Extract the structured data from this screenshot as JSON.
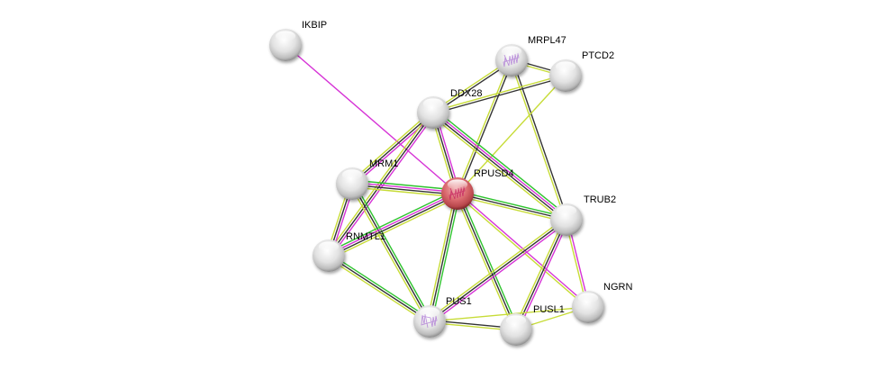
{
  "title": "STRING protein interaction network",
  "query_node": "RPUSD4",
  "edge_colors": {
    "textmining": "#c7dc37",
    "coexpression": "#333333",
    "experiments": "#d633d6",
    "database": "#2ec42e"
  },
  "node_colors": {
    "query_fill": "#d4666a",
    "default_fill": "#e8e8e8"
  },
  "nodes": [
    {
      "id": "IKBIP",
      "label": "IKBIP",
      "query": false,
      "structure": false
    },
    {
      "id": "MRPL47",
      "label": "MRPL47",
      "query": false,
      "structure": true
    },
    {
      "id": "PTCD2",
      "label": "PTCD2",
      "query": false,
      "structure": false
    },
    {
      "id": "DDX28",
      "label": "DDX28",
      "query": false,
      "structure": false
    },
    {
      "id": "MRM1",
      "label": "MRM1",
      "query": false,
      "structure": false
    },
    {
      "id": "RPUSD4",
      "label": "RPUSD4",
      "query": true,
      "structure": true
    },
    {
      "id": "TRUB2",
      "label": "TRUB2",
      "query": false,
      "structure": false
    },
    {
      "id": "RNMTL1",
      "label": "RNMTL1",
      "query": false,
      "structure": false
    },
    {
      "id": "NGRN",
      "label": "NGRN",
      "query": false,
      "structure": false
    },
    {
      "id": "PUS1",
      "label": "PUS1",
      "query": false,
      "structure": true
    },
    {
      "id": "PUSL1",
      "label": "PUSL1",
      "query": false,
      "structure": false
    }
  ],
  "edges": [
    {
      "source": "IKBIP",
      "target": "RPUSD4",
      "evidence": [
        "experiments"
      ]
    },
    {
      "source": "MRPL47",
      "target": "PTCD2",
      "evidence": [
        "textmining",
        "coexpression"
      ]
    },
    {
      "source": "MRPL47",
      "target": "DDX28",
      "evidence": [
        "textmining",
        "coexpression"
      ]
    },
    {
      "source": "MRPL47",
      "target": "RPUSD4",
      "evidence": [
        "textmining",
        "coexpression"
      ]
    },
    {
      "source": "MRPL47",
      "target": "TRUB2",
      "evidence": [
        "textmining",
        "coexpression"
      ]
    },
    {
      "source": "PTCD2",
      "target": "DDX28",
      "evidence": [
        "textmining",
        "coexpression"
      ]
    },
    {
      "source": "PTCD2",
      "target": "RPUSD4",
      "evidence": [
        "textmining"
      ]
    },
    {
      "source": "DDX28",
      "target": "RPUSD4",
      "evidence": [
        "textmining",
        "coexpression",
        "experiments"
      ]
    },
    {
      "source": "DDX28",
      "target": "TRUB2",
      "evidence": [
        "textmining",
        "coexpression",
        "experiments",
        "database"
      ]
    },
    {
      "source": "DDX28",
      "target": "MRM1",
      "evidence": [
        "textmining",
        "coexpression",
        "experiments"
      ]
    },
    {
      "source": "DDX28",
      "target": "RNMTL1",
      "evidence": [
        "textmining",
        "coexpression",
        "experiments"
      ]
    },
    {
      "source": "MRM1",
      "target": "RPUSD4",
      "evidence": [
        "textmining",
        "coexpression",
        "experiments",
        "database"
      ]
    },
    {
      "source": "MRM1",
      "target": "RNMTL1",
      "evidence": [
        "textmining",
        "coexpression",
        "experiments"
      ]
    },
    {
      "source": "MRM1",
      "target": "PUS1",
      "evidence": [
        "textmining",
        "coexpression",
        "database"
      ]
    },
    {
      "source": "RNMTL1",
      "target": "RPUSD4",
      "evidence": [
        "textmining",
        "coexpression",
        "experiments",
        "database"
      ]
    },
    {
      "source": "RNMTL1",
      "target": "PUS1",
      "evidence": [
        "textmining",
        "coexpression",
        "database"
      ]
    },
    {
      "source": "RPUSD4",
      "target": "TRUB2",
      "evidence": [
        "textmining",
        "coexpression",
        "database"
      ]
    },
    {
      "source": "RPUSD4",
      "target": "PUS1",
      "evidence": [
        "textmining",
        "coexpression",
        "database"
      ]
    },
    {
      "source": "RPUSD4",
      "target": "PUSL1",
      "evidence": [
        "textmining",
        "coexpression",
        "database"
      ]
    },
    {
      "source": "RPUSD4",
      "target": "NGRN",
      "evidence": [
        "textmining",
        "experiments"
      ]
    },
    {
      "source": "TRUB2",
      "target": "PUS1",
      "evidence": [
        "textmining",
        "coexpression",
        "experiments"
      ]
    },
    {
      "source": "TRUB2",
      "target": "PUSL1",
      "evidence": [
        "textmining",
        "coexpression",
        "experiments"
      ]
    },
    {
      "source": "TRUB2",
      "target": "NGRN",
      "evidence": [
        "textmining",
        "experiments"
      ]
    },
    {
      "source": "PUS1",
      "target": "PUSL1",
      "evidence": [
        "textmining",
        "coexpression"
      ]
    },
    {
      "source": "PUS1",
      "target": "NGRN",
      "evidence": [
        "textmining"
      ]
    },
    {
      "source": "PUSL1",
      "target": "NGRN",
      "evidence": [
        "textmining"
      ]
    }
  ]
}
